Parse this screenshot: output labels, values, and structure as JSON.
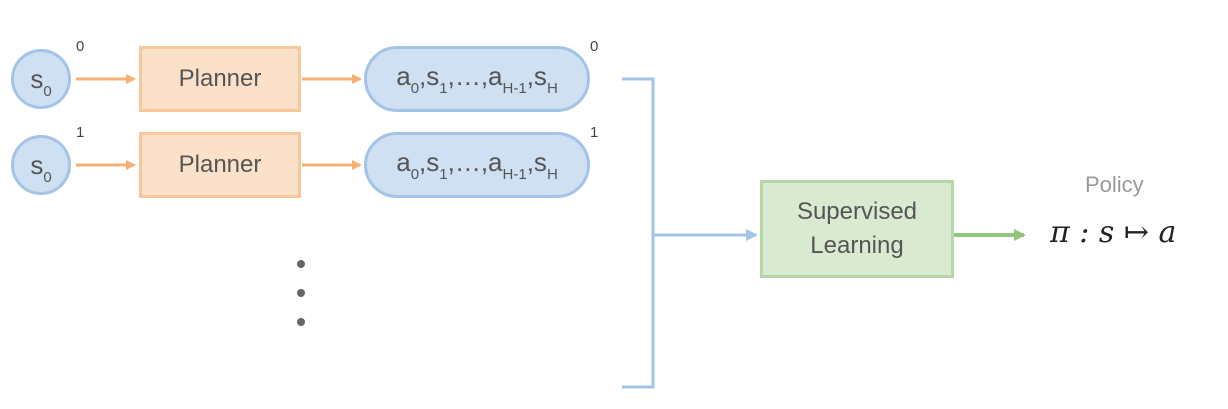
{
  "rows": [
    {
      "start_state": {
        "symbol": "s",
        "subscript": "0",
        "superscript": "0"
      },
      "planner_label": "Planner",
      "trajectory": {
        "parts": [
          {
            "main": "a",
            "sub": "0"
          },
          {
            "main": ",s",
            "sub": "1"
          },
          {
            "main": ",…,a",
            "sub": "H-1"
          },
          {
            "main": ",s",
            "sub": "H"
          }
        ],
        "superscript": "0"
      }
    },
    {
      "start_state": {
        "symbol": "s",
        "subscript": "0",
        "superscript": "1"
      },
      "planner_label": "Planner",
      "trajectory": {
        "parts": [
          {
            "main": "a",
            "sub": "0"
          },
          {
            "main": ",s",
            "sub": "1"
          },
          {
            "main": ",…,a",
            "sub": "H-1"
          },
          {
            "main": ",s",
            "sub": "H"
          }
        ],
        "superscript": "1"
      }
    }
  ],
  "supervised_learning": {
    "line1": "Supervised",
    "line2": "Learning"
  },
  "policy": {
    "label": "Policy",
    "formula": "π : s ↦ a"
  },
  "colors": {
    "blue_fill": "#cfe0f3",
    "blue_stroke": "#a3c4e6",
    "orange_fill": "#fbe1c9",
    "orange_stroke": "#f7c89b",
    "orange_arrow": "#f5b073",
    "green_fill": "#d9ead1",
    "green_stroke": "#b5d7a8",
    "green_arrow": "#93c47d"
  }
}
